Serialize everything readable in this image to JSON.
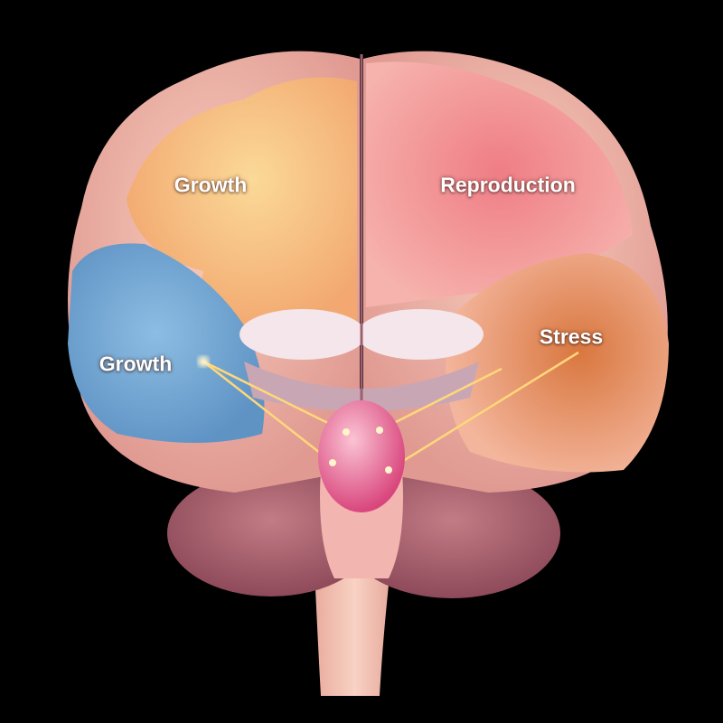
{
  "labels": {
    "upper_left": "Growth",
    "upper_right": "Reproduction",
    "left": "Growth",
    "right": "Stress"
  },
  "colors": {
    "background": "#000000",
    "growth_upper": "#f7c27a",
    "reproduction": "#e96a7a",
    "growth_left": "#7fb0d8",
    "stress": "#e9925a",
    "brain_base": "#f2b7a4",
    "cerebellum": "#a45e6c",
    "pituitary": "#e46a93",
    "connector": "#ffd77a"
  }
}
